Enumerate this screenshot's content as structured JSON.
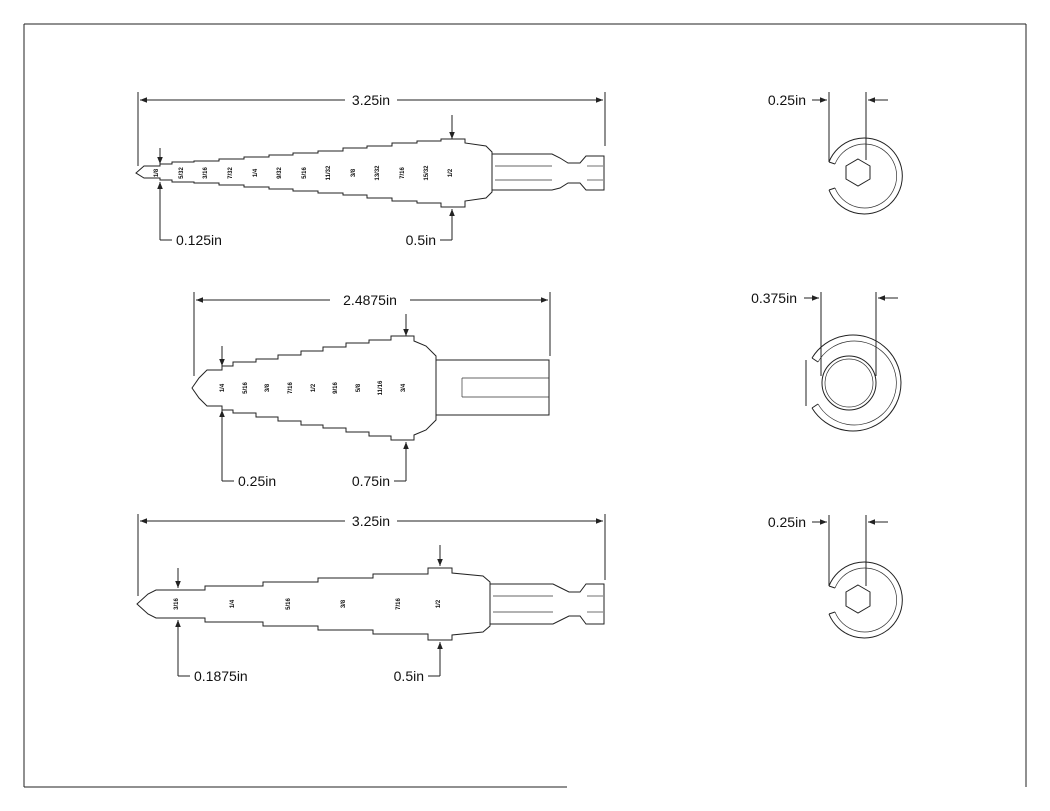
{
  "drawing": {
    "bit1": {
      "overall_length": "3.25in",
      "tip_diameter": "0.125in",
      "max_diameter": "0.5in",
      "shank_size": "0.25in",
      "steps": [
        "1/8",
        "5/32",
        "3/16",
        "7/32",
        "1/4",
        "9/32",
        "5/16",
        "11/32",
        "3/8",
        "13/32",
        "7/16",
        "15/32",
        "1/2"
      ]
    },
    "bit2": {
      "overall_length": "2.4875in",
      "tip_diameter": "0.25in",
      "max_diameter": "0.75in",
      "shank_size": "0.375in",
      "steps": [
        "1/4",
        "5/16",
        "3/8",
        "7/16",
        "1/2",
        "9/16",
        "5/8",
        "11/16",
        "3/4"
      ]
    },
    "bit3": {
      "overall_length": "3.25in",
      "tip_diameter": "0.1875in",
      "max_diameter": "0.5in",
      "shank_size": "0.25in",
      "steps": [
        "3/16",
        "1/4",
        "5/16",
        "3/8",
        "7/16",
        "1/2"
      ]
    },
    "colors": {
      "line": "#222222",
      "background": "#ffffff"
    }
  }
}
